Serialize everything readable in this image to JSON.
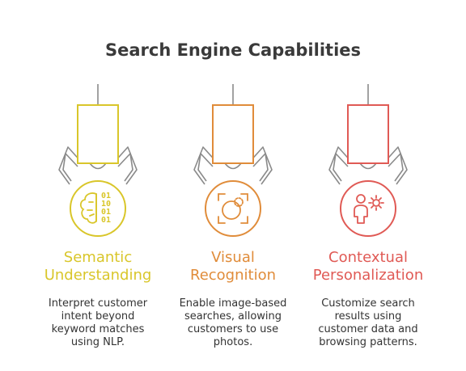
{
  "title": "Search Engine Capabilities",
  "colors": {
    "semantic": "#d9c62a",
    "visual": "#e08c3a",
    "contextual": "#e05a55",
    "claw_gray": "#8a8a8a"
  },
  "cards": [
    {
      "heading": "Semantic\nUnderstanding",
      "description": "Interpret customer\nintent beyond\nkeyword matches\nusing NLP.",
      "icon": "brain-binary-icon",
      "icon_text": [
        "01",
        "10",
        "01",
        "01"
      ]
    },
    {
      "heading": "Visual\nRecognition",
      "description": "Enable image-based\nsearches, allowing\ncustomers to use\nphotos.",
      "icon": "image-focus-icon"
    },
    {
      "heading": "Contextual\nPersonalization",
      "description": "Customize search\nresults using\ncustomer data and\nbrowsing patterns.",
      "icon": "user-gear-icon"
    }
  ]
}
